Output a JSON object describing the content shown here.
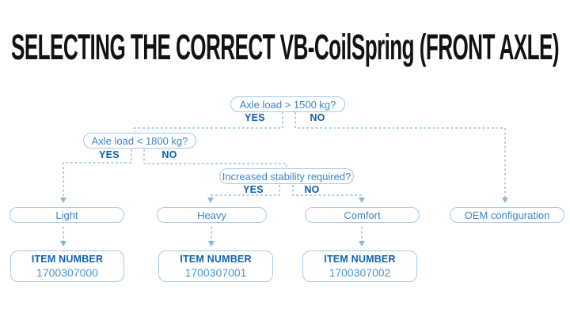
{
  "page": {
    "title": "SELECTING THE CORRECT VB-CoilSpring (FRONT AXLE)"
  },
  "colors": {
    "background": "#ffffff",
    "title_text": "#121212",
    "box_border": "#a5c8e9",
    "box_text": "#3c86c8",
    "branch_label_text": "#0d5fad",
    "item_number_label_text": "#1063ae",
    "item_number_value_text": "#4f95d1",
    "connector_line": "#96c0e4",
    "arrowhead": "#8ab7de"
  },
  "flowchart": {
    "decisions": [
      {
        "question": "Axle load > 1500 kg?",
        "yes_label": "YES",
        "no_label": "NO"
      },
      {
        "question": "Axle load < 1800 kg?",
        "yes_label": "YES",
        "no_label": "NO"
      },
      {
        "question": "Increased stability required?",
        "yes_label": "YES",
        "no_label": "NO"
      }
    ],
    "outcomes": [
      {
        "label": "Light",
        "item_number_label": "ITEM NUMBER",
        "item_number": "1700307000"
      },
      {
        "label": "Heavy",
        "item_number_label": "ITEM NUMBER",
        "item_number": "1700307001"
      },
      {
        "label": "Comfort",
        "item_number_label": "ITEM NUMBER",
        "item_number": "1700307002"
      },
      {
        "label": "OEM configuration"
      }
    ]
  }
}
